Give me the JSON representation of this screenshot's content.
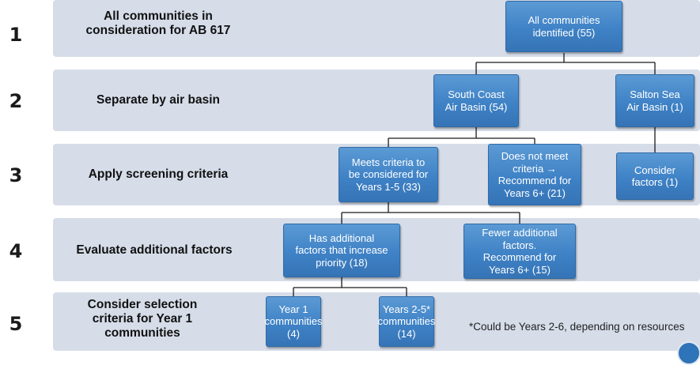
{
  "steps": [
    {
      "number": "1",
      "label": "All communities in\nconsideration for AB 617"
    },
    {
      "number": "2",
      "label": "Separate by air basin"
    },
    {
      "number": "3",
      "label": "Apply screening criteria"
    },
    {
      "number": "4",
      "label": "Evaluate additional factors"
    },
    {
      "number": "5",
      "label": "Consider selection\ncriteria for Year 1\ncommunities"
    }
  ],
  "boxes": {
    "all_communities": "All communities\nidentified (55)",
    "south_coast": "South Coast\nAir Basin (54)",
    "salton_sea": "Salton Sea\nAir Basin (1)",
    "meets_criteria": "Meets criteria to\nbe considered for\nYears 1-5  (33)",
    "does_not_meet": "Does not meet\ncriteria →\nRecommend for\nYears 6+ (21)",
    "consider_factors": "Consider\nfactors (1)",
    "has_additional": "Has additional\nfactors that increase\npriority (18)",
    "fewer_additional": "Fewer additional\nfactors.\nRecommend for\nYears 6+ (15)",
    "year1": "Year 1\ncommunities\n(4)",
    "years2_5": "Years 2-5*\ncommunities\n(14)"
  },
  "footnote": "*Could be Years 2-6, depending on resources",
  "colors": {
    "band": "#d6dde9",
    "box": "#4a8acb",
    "connector": "#1a1a1a"
  }
}
